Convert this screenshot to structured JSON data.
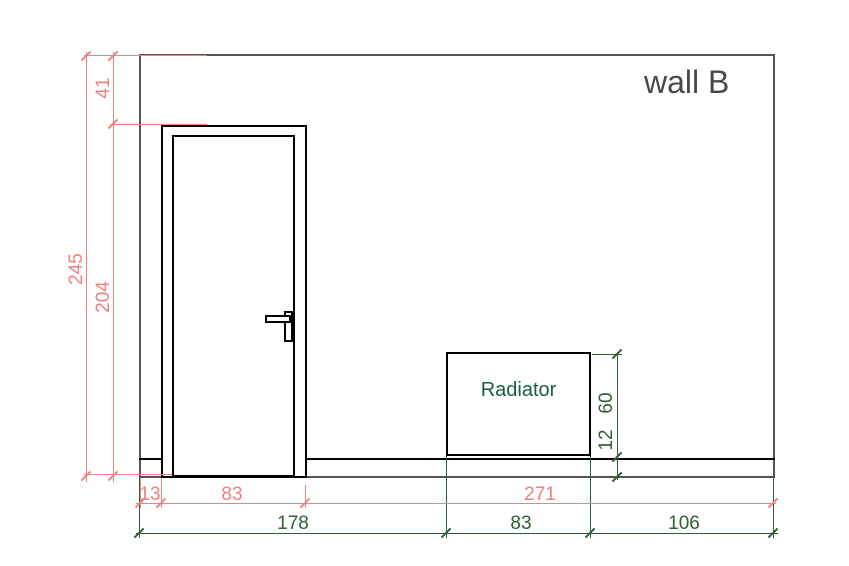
{
  "title": "wall B",
  "colors": {
    "dim_red": "#f08080",
    "dim_green": "#2e5f33",
    "radiator_green": "#17603e",
    "wall_gray": "#545454",
    "line_black": "#000000"
  },
  "radiator": {
    "label": "Radiator"
  },
  "dims": {
    "wall_height": "245",
    "door_height": "204",
    "above_door": "41",
    "door_offset": "13",
    "door_width": "83",
    "right_of_door": "271",
    "seg_left": "178",
    "seg_radiator": "83",
    "seg_right": "106",
    "radiator_height": "60",
    "radiator_floor_gap": "12"
  }
}
